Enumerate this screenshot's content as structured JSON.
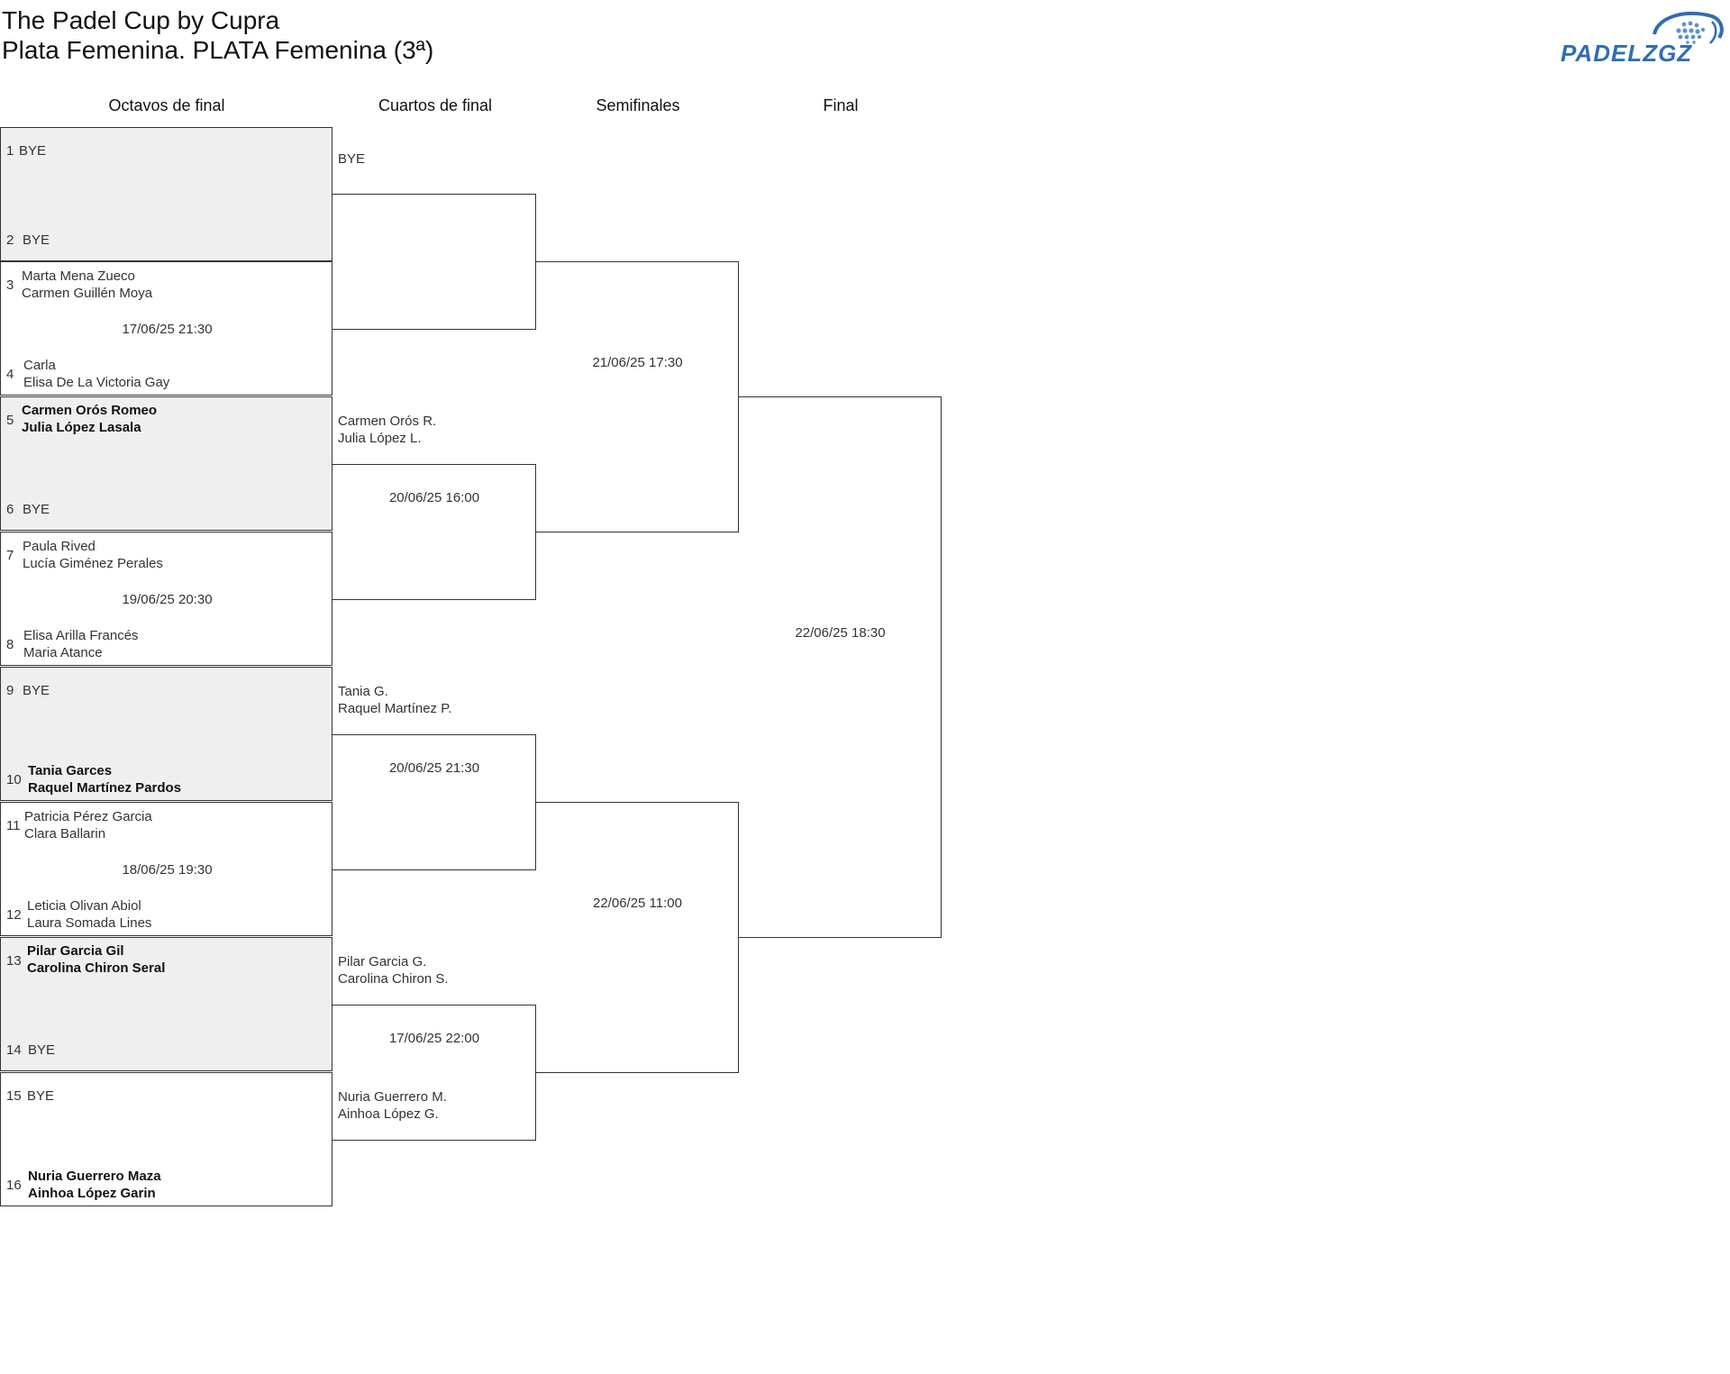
{
  "header": {
    "title": "The Padel Cup by Cupra",
    "subtitle": "Plata Femenina. PLATA Femenina (3ª)",
    "logo_text": "PADELZGZ",
    "brand_color": "#2f6db4"
  },
  "rounds": [
    "Octavos de final",
    "Cuartos de final",
    "Semifinales",
    "Final"
  ],
  "r16": {
    "slots": [
      {
        "num": "1",
        "p1": "BYE",
        "p2": ""
      },
      {
        "num": "2",
        "p1": "BYE",
        "p2": ""
      },
      {
        "num": "3",
        "p1": "Marta Mena Zueco",
        "p2": "Carmen Guillén Moya"
      },
      {
        "num": "4",
        "p1": "Carla",
        "p2": "Elisa De La Victoria Gay"
      },
      {
        "num": "5",
        "p1": "Carmen Orós Romeo",
        "p2": "Julia López Lasala"
      },
      {
        "num": "6",
        "p1": "BYE",
        "p2": ""
      },
      {
        "num": "7",
        "p1": "Paula Rived",
        "p2": "Lucía Giménez Perales"
      },
      {
        "num": "8",
        "p1": "Elisa Arilla Francés",
        "p2": "Maria Atance"
      },
      {
        "num": "9",
        "p1": "BYE",
        "p2": ""
      },
      {
        "num": "10",
        "p1": "Tania Garces",
        "p2": "Raquel Martínez Pardos"
      },
      {
        "num": "11",
        "p1": "Patricia Pérez Garcia",
        "p2": "Clara Ballarin"
      },
      {
        "num": "12",
        "p1": "Leticia Olivan Abiol",
        "p2": "Laura Somada Lines"
      },
      {
        "num": "13",
        "p1": "Pilar Garcia Gil",
        "p2": "Carolina Chiron Seral"
      },
      {
        "num": "14",
        "p1": "BYE",
        "p2": ""
      },
      {
        "num": "15",
        "p1": "BYE",
        "p2": ""
      },
      {
        "num": "16",
        "p1": "Nuria Guerrero Maza",
        "p2": "Ainhoa López Garin"
      }
    ],
    "dates": [
      "",
      "17/06/25 21:30",
      "",
      "19/06/25 20:30",
      "",
      "18/06/25 19:30",
      "",
      ""
    ]
  },
  "qf": {
    "teams": [
      {
        "p1": "BYE",
        "p2": ""
      },
      {
        "p1": "",
        "p2": ""
      },
      {
        "p1": "Carmen Orós R.",
        "p2": "Julia López L."
      },
      {
        "p1": "",
        "p2": ""
      },
      {
        "p1": "Tania G.",
        "p2": "Raquel Martínez P."
      },
      {
        "p1": "",
        "p2": ""
      },
      {
        "p1": "Pilar Garcia G.",
        "p2": "Carolina Chiron S."
      },
      {
        "p1": "Nuria Guerrero M.",
        "p2": "Ainhoa López G."
      }
    ],
    "dates": [
      "",
      "20/06/25 16:00",
      "20/06/25 21:30",
      "17/06/25 22:00"
    ]
  },
  "sf": {
    "dates": [
      "21/06/25 17:30",
      "22/06/25 11:00"
    ]
  },
  "final": {
    "date": "22/06/25 18:30"
  }
}
